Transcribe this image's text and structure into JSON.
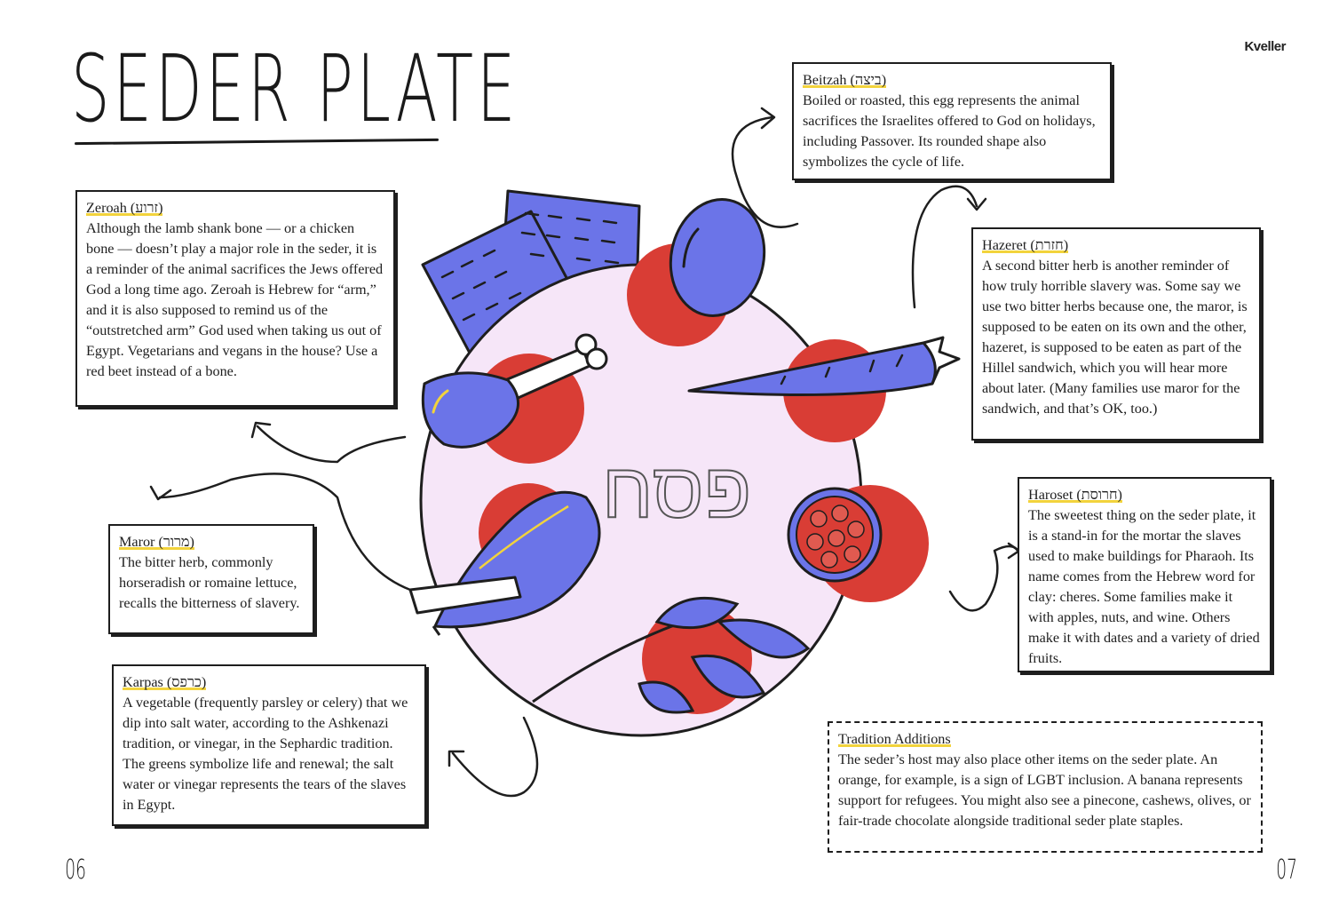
{
  "header": {
    "title": "SEDER PLATE",
    "brand": "Kveller"
  },
  "plate_text": "פסח",
  "colors": {
    "blue": "#6b74e8",
    "red": "#d93d35",
    "plate": "#f6e6f8",
    "highlight": "#f2d33c",
    "ink": "#1e1e1e"
  },
  "boxes": {
    "beitzah": {
      "title": "Beitzah (ביצה)",
      "body": "Boiled or roasted, this egg represents the animal sacrifices the Israelites offered to God on holidays, including Passover. Its rounded shape also symbolizes the cycle of life."
    },
    "zeroah": {
      "title": "Zeroah (זרוע)",
      "body": "Although the lamb shank bone — or a chicken bone — doesn’t play a major role in the seder, it is a reminder of the animal sacrifices the Jews offered God a long time ago. Zeroah is Hebrew for “arm,” and it is also supposed to remind us of the “outstretched arm” God used when taking us out of Egypt. Vegetarians and vegans in the house? Use a red beet instead of a bone."
    },
    "hazeret": {
      "title": "Hazeret (חזרת)",
      "body": "A second bitter herb is another reminder of how truly horrible slavery was. Some say we use two bitter herbs because one, the maror, is supposed to be eaten on its own and the other, hazeret, is supposed to be eaten as part of the Hillel sandwich, which you will hear more about later. (Many families use maror for the sandwich, and that’s OK, too.)"
    },
    "haroset": {
      "title": "Haroset (חרוסת)",
      "body": "The sweetest thing on the seder plate, it is a stand-in for the mortar the slaves used to make buildings for Pharaoh. Its name comes from the Hebrew word for clay: cheres. Some families make it with apples, nuts, and wine. Others make it with dates and a variety of dried fruits."
    },
    "maror": {
      "title": "Maror (מרור)",
      "body": "The bitter herb, commonly horseradish or romaine lettuce, recalls the bitterness of slavery."
    },
    "karpas": {
      "title": "Karpas (כרפס)",
      "body": "A vegetable (frequently parsley or celery) that we dip into salt water, according to the Ashkenazi tradition, or vinegar, in the Sephardic tradition. The greens symbolize life and renewal; the salt water or vinegar represents the tears of the slaves in Egypt."
    },
    "additions": {
      "title": "Tradition Additions",
      "body": "The seder’s host may also place other items on the seder plate. An orange, for example, is a sign of LGBT inclusion. A banana represents support for refugees. You might also see a pinecone, cashews, olives, or fair-trade chocolate alongside traditional seder plate staples."
    }
  },
  "page_numbers": {
    "left": "06",
    "right": "07"
  }
}
